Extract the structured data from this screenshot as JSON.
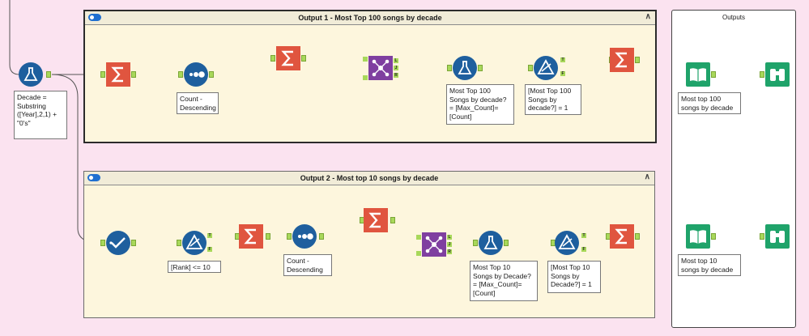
{
  "container1": {
    "title": "Output 1 - Most Top 100 songs by decade"
  },
  "container2": {
    "title": "Output 2 - Most top 10 songs by decade"
  },
  "outputs": {
    "title": "Outputs"
  },
  "annotations": {
    "decade": "Decade =\nSubstring\n([Year],2,1) +\n\"0's\"",
    "count1": "Count -\nDescending",
    "formula1": "Most Top 100\nSongs by decade?\n= [Max_Count]=\n[Count]",
    "filter1": "[Most Top 100\nSongs by\ndecade?] = 1",
    "rankFilter": "[Rank] <= 10",
    "count2": "Count -\nDescending",
    "formula2": "Most Top 10\nSongs by Decade?\n= [Max_Count]=\n[Count]",
    "filter2": "[Most Top 10\nSongs by\nDecade?] = 1",
    "out100": "Most top 100\nsongs by decade",
    "out10": "Most top 10\nsongs by decade"
  },
  "anchors": {
    "true": "T",
    "false": "F",
    "join_l": "L",
    "join_j": "J",
    "join_r": "R"
  },
  "colors": {
    "canvas": "#fbe3f0",
    "container_fill": "#fdf6dd",
    "summarize": "#e0553f",
    "sort": "#1e5f9e",
    "formula": "#1e5f9e",
    "filter": "#1e5f9e",
    "join": "#7f3fa0",
    "browse": "#1fa36a",
    "connector": "#a8d85a"
  },
  "icons": {
    "formula": "formula-flask-icon",
    "summarize": "summarize-sigma-icon",
    "sort": "sort-dots-icon",
    "join": "join-icon",
    "filter": "filter-triangle-icon",
    "select": "select-check-icon",
    "book": "book-icon",
    "browse": "binoculars-icon"
  }
}
